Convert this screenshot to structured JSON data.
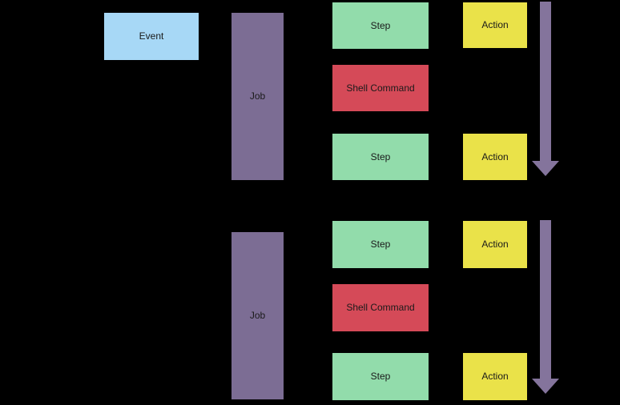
{
  "colors": {
    "background": "#000000",
    "event": "#a7d8f6",
    "job": "#7c6d94",
    "step": "#92dcab",
    "shell": "#d54a58",
    "action": "#eae249",
    "arrow": "#84749c",
    "text": "#1a1a1a"
  },
  "diagram": {
    "event": {
      "label": "Event"
    },
    "jobs": [
      {
        "label": "Job",
        "steps": [
          {
            "kind": "step",
            "label": "Step",
            "action_label": "Action"
          },
          {
            "kind": "shell-command",
            "label": "Shell Command"
          },
          {
            "kind": "step",
            "label": "Step",
            "action_label": "Action"
          }
        ]
      },
      {
        "label": "Job",
        "steps": [
          {
            "kind": "step",
            "label": "Step",
            "action_label": "Action"
          },
          {
            "kind": "shell-command",
            "label": "Shell Command"
          },
          {
            "kind": "step",
            "label": "Step",
            "action_label": "Action"
          }
        ]
      }
    ]
  }
}
